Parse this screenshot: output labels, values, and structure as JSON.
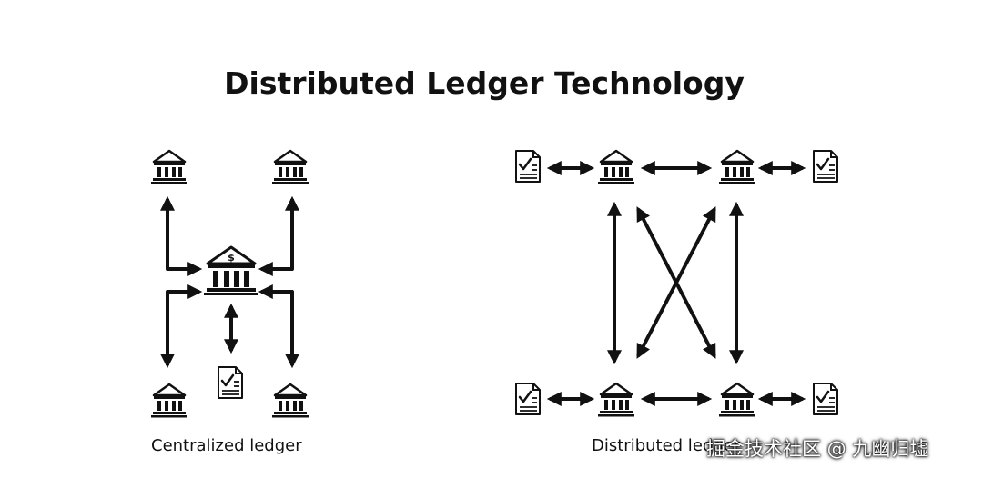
{
  "title": "Distributed Ledger Technology",
  "captions": {
    "centralized": "Centralized ledger",
    "distributed": "Distributed ledger"
  },
  "watermark": "掘金技术社区 @ 九幽归墟",
  "central_bank_symbol": "$",
  "icons": {
    "bank": "bank-icon",
    "central_bank": "central-bank-icon",
    "document": "document-check-icon",
    "arrow": "double-arrow"
  },
  "colors": {
    "ink": "#111111",
    "background": "#ffffff"
  }
}
